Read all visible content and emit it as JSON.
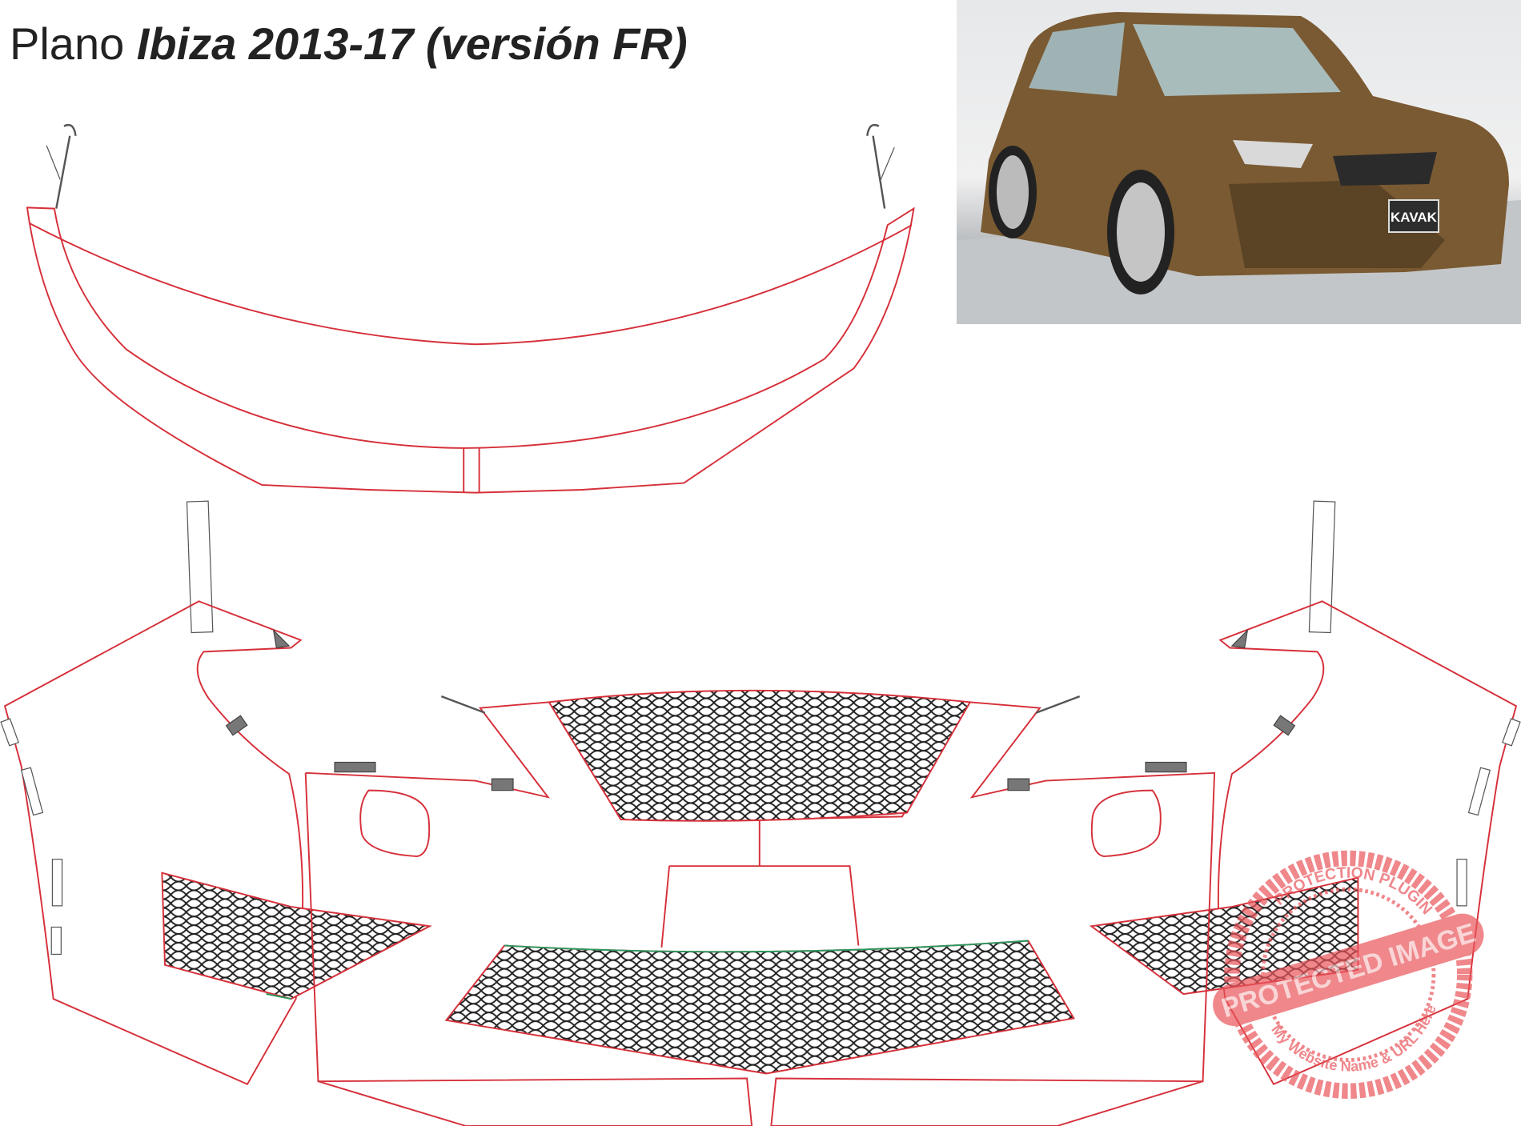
{
  "title": {
    "prefix": "Plano",
    "model": "Ibiza 2013-17 (versión FR)"
  },
  "photo": {
    "plate_text": "KAVAK",
    "car_color": "#7a5a32"
  },
  "watermark": {
    "main_text": "PROTECTED IMAGE",
    "ring_top_text": "PROTECTION PLUGIN",
    "ring_bottom_text": "My Website Name & URL Here",
    "color": "#e9555b"
  },
  "colors": {
    "outline": "#d6303a",
    "mesh": "#222222",
    "edge": "#2a9a60"
  }
}
